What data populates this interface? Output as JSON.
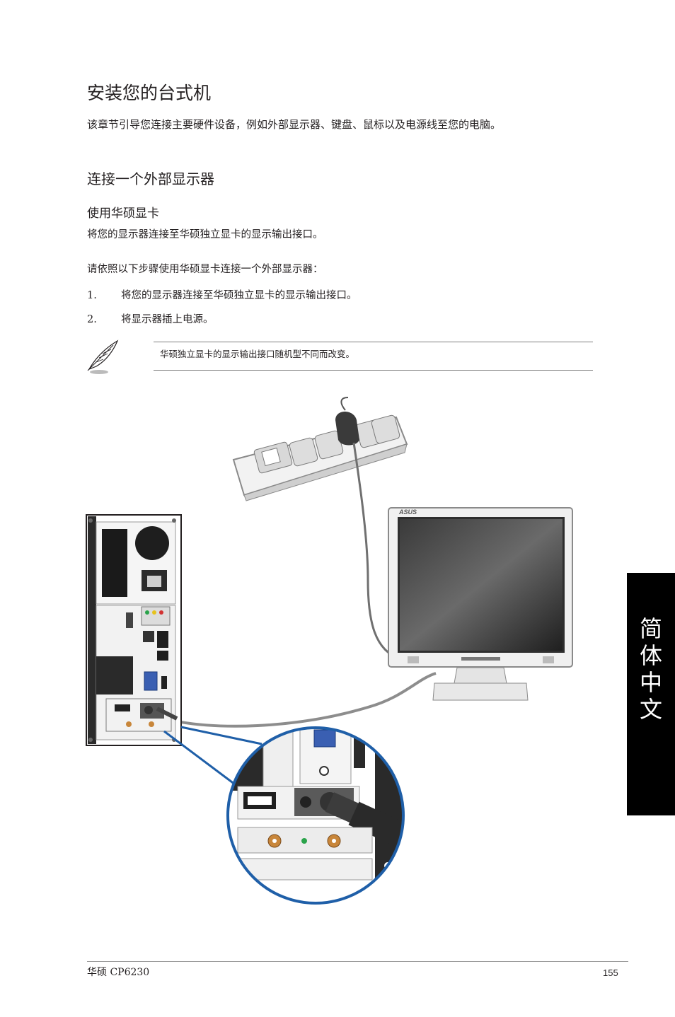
{
  "heading": "安装您的台式机",
  "intro": "该章节引导您连接主要硬件设备，例如外部显示器、键盘、鼠标以及电源线至您的电脑。",
  "section_title": "连接一个外部显示器",
  "subsection_title": "使用华硕显卡",
  "subsection_text": "将您的显示器连接至华硕独立显卡的显示输出接口。",
  "steps_intro": "请依照以下步骤使用华硕显卡连接一个外部显示器：",
  "steps": [
    {
      "num": "1.",
      "text": "将您的显示器连接至华硕独立显卡的显示输出接口。"
    },
    {
      "num": "2.",
      "text": "将显示器插上电源。"
    }
  ],
  "note": {
    "icon": "feather-pen-icon",
    "text": "华硕独立显卡的显示输出接口随机型不同而改变。"
  },
  "side_tab": [
    "简",
    "体",
    "中",
    "文"
  ],
  "monitor_logo": "ASUS",
  "footer": {
    "left": "华硕 CP6230",
    "page": "155"
  },
  "colors": {
    "callout_blue": "#1f5fa8",
    "tab": "#000000",
    "text": "#231f20"
  }
}
